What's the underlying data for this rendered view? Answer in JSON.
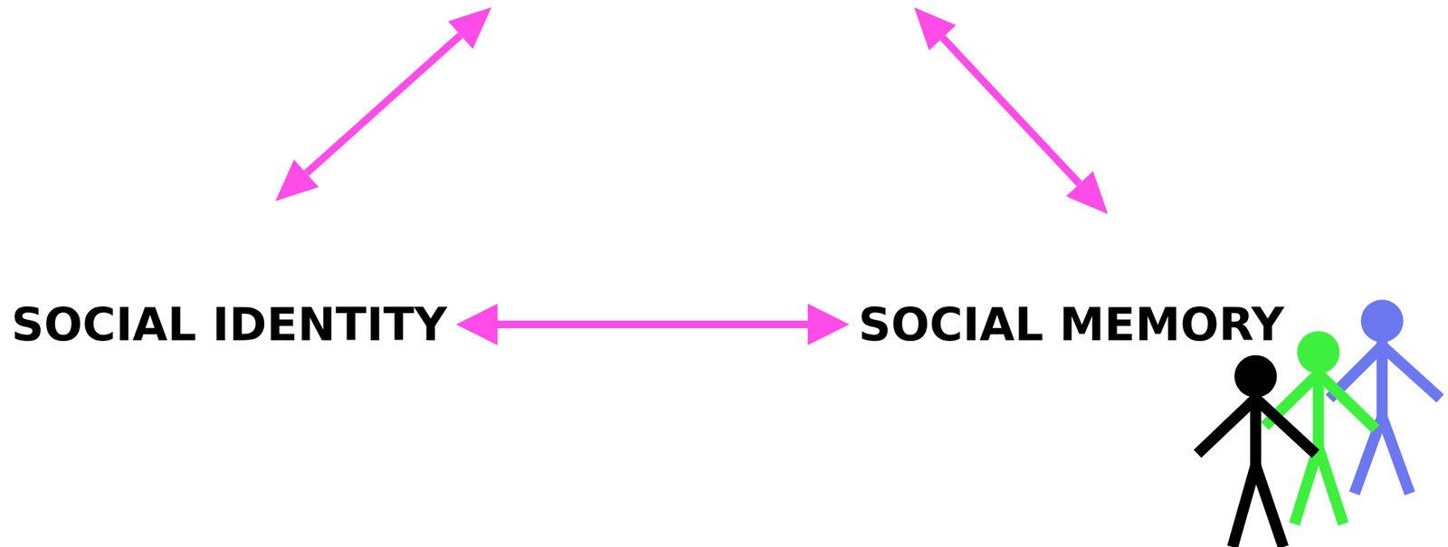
{
  "diagram": {
    "nodes": [
      {
        "text": [
          "SOCIAL IDENTITY"
        ]
      },
      {
        "text": [
          "SOCIAL MEMORY"
        ]
      }
    ],
    "edges": [
      {
        "from": 0,
        "to": 1,
        "arrow": "both"
      }
    ]
  }
}
